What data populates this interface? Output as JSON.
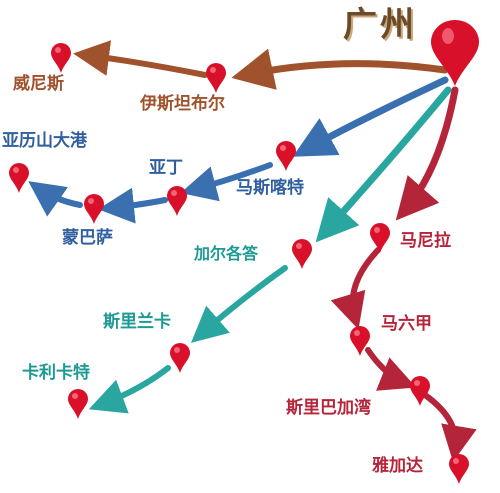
{
  "title": "广州",
  "colors": {
    "west_route": "#a0522d",
    "east_africa_route": "#3a6fb0",
    "indian_route": "#2aa6a0",
    "southeast_route": "#b5253a",
    "pin": "#d8102a"
  },
  "places": {
    "guangzhou": "广州",
    "venice": "威尼斯",
    "istanbul": "伊斯坦布尔",
    "alexandria": "亚历山大港",
    "aden": "亚丁",
    "muscat": "马斯喀特",
    "mombasa": "蒙巴萨",
    "kolkata": "加尔各答",
    "sri_lanka": "斯里兰卡",
    "calicut": "卡利卡特",
    "manila": "马尼拉",
    "malacca": "马六甲",
    "sri_bhagawan": "斯里巴加湾",
    "jakarta": "雅加达"
  },
  "icons": {
    "pin": "map-pin-icon"
  }
}
